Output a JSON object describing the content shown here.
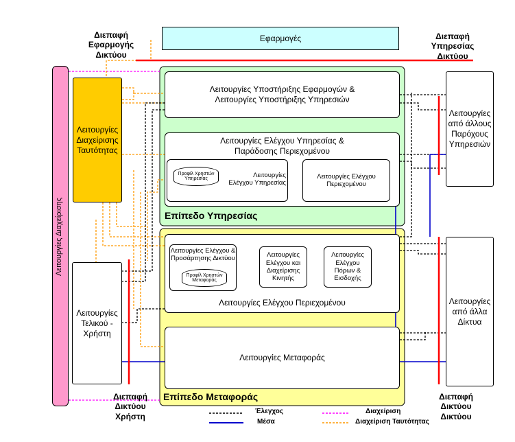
{
  "top": {
    "applications": "Εφαρμογές",
    "app_interface": [
      "Διεπαφή",
      "Εφαρμογής",
      "Δικτύου"
    ],
    "service_interface": [
      "Διεπαφή",
      "Υπηρεσίας",
      "Δικτύου"
    ]
  },
  "left": {
    "management_functions": "Λειτουργίες Διαχείρισης",
    "identity_management": [
      "Λειτουργίες",
      "Διαχείρισης",
      "Ταυτότητας"
    ],
    "end_user_functions": [
      "Λειτουργίες",
      "Τελικού -",
      "Χρήστη"
    ],
    "user_network_interface": [
      "Διεπαφή",
      "Δικτύου",
      "Χρήστη"
    ]
  },
  "service_stratum": {
    "title": "Επίπεδο Υπηρεσίας",
    "app_support": [
      "Λειτουργίες Υποστήριξης Εφαρμογών &",
      "Λειτουργίες Υποστήριξης Υπηρεσιών"
    ],
    "service_control": [
      "Λειτουργίες Ελέγχου Υπηρεσίας &",
      "Παράδοσης Περιεχομένου"
    ],
    "user_profile": [
      "Προφίλ Χρηστών",
      "Υπηρεσίας"
    ],
    "service_control_fn": [
      "Λειτουργίες",
      "Ελέγχου Υπηρεσίας"
    ],
    "content_control_fn": [
      "Λειτουργίες Ελέγχου",
      "Περιεχομένου"
    ]
  },
  "transport_stratum": {
    "title": "Επίπεδο Μεταφοράς",
    "network_attach": [
      "Λειτουργίες Ελέγχου &",
      "Προσάρτησης Δικτύου"
    ],
    "transport_profile": [
      "Προφίλ Χρηστών",
      "Μεταφοράς"
    ],
    "mobility": [
      "Λειτουργίες",
      "Ελέγχου και",
      "Διαχείρισης",
      "Κινητής"
    ],
    "resource_admission": [
      "Λειτουργίες",
      "Ελέγχου",
      "Πόρων &",
      "Εισδοχής"
    ],
    "content_control": "Λειτουργίες Ελέγχου Περιεχομένου",
    "transport_functions": "Λειτουργίες Μεταφοράς"
  },
  "right": {
    "other_providers": [
      "Λειτουργίες",
      "από άλλους",
      "Παρόχους",
      "Υπηρεσιών"
    ],
    "other_networks": [
      "Λειτουργίες",
      "από άλλα",
      "Δίκτυα"
    ],
    "nni": [
      "Διεπαφή",
      "Δικτύου",
      "Δικτύου"
    ]
  },
  "legend": {
    "control": "Έλεγχος",
    "media": "Μέσα",
    "management": "Διαχείριση",
    "identity": "Διαχείριση Ταυτότητας"
  },
  "colors": {
    "apps_fill": "#ccffff",
    "service_fill": "#ccffcc",
    "transport_fill": "#ffff99",
    "identity_fill": "#ffcc00",
    "mgmt_fill": "#ff99cc",
    "control": "#000000",
    "media": "#0000cc",
    "management": "#ff00ff",
    "identity": "#ff9900",
    "interface": "#ff0000"
  }
}
